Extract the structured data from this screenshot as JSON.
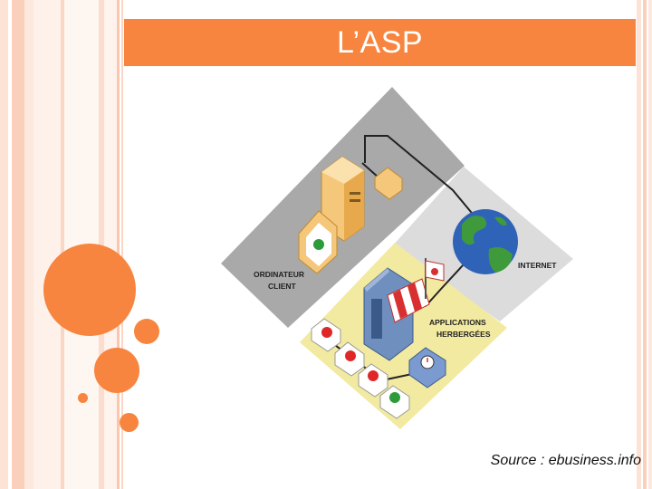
{
  "slide": {
    "title": "L’ASP",
    "source": "Source : ebusiness.info"
  },
  "diagram": {
    "client_label_line1": "ORDINATEUR",
    "client_label_line2": "CLIENT",
    "internet_label": "INTERNET",
    "apps_label_line1": "APPLICATIONS",
    "apps_label_line2": "HERBERGÉES"
  },
  "colors": {
    "accent": "#f7853f",
    "client_zone": "#a9a9a9",
    "internet_zone": "#d9d9d9",
    "apps_zone": "#f2eaa0"
  }
}
